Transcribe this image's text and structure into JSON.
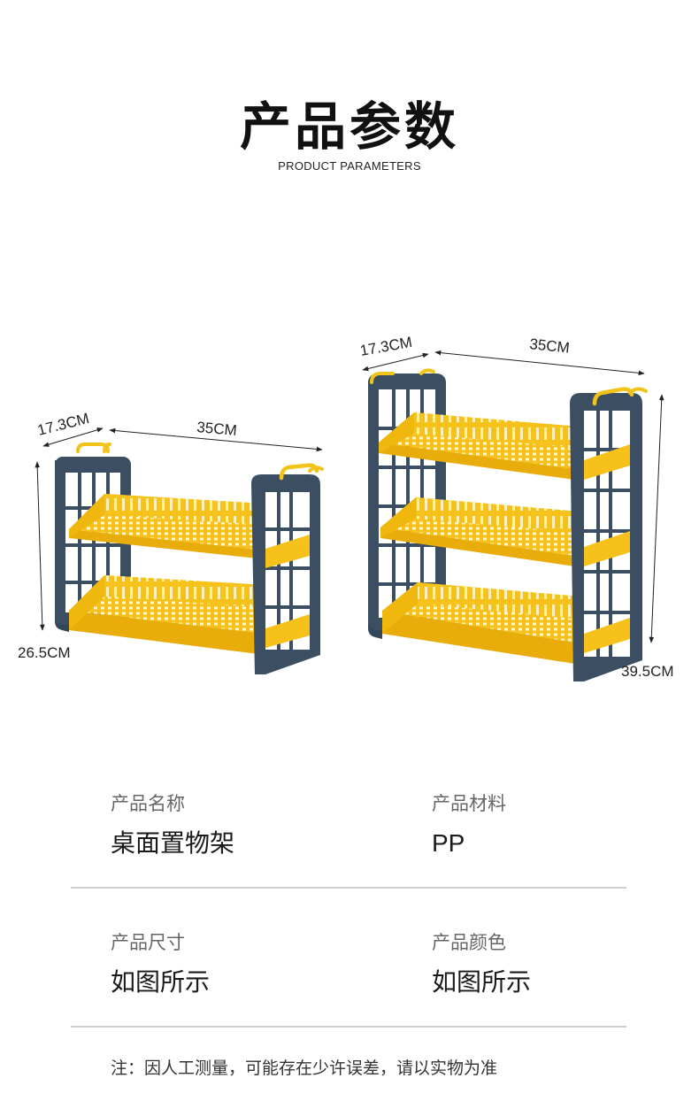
{
  "header": {
    "title": "产品参数",
    "subtitle": "PRODUCT PARAMETERS"
  },
  "figure": {
    "small_shelf": {
      "depth": "17.3CM",
      "width": "35CM",
      "height": "26.5CM"
    },
    "large_shelf": {
      "depth": "17.3CM",
      "width": "35CM",
      "height": "39.5CM"
    },
    "colors": {
      "frame": "#3c4f62",
      "basket": "#f5c11a",
      "hook": "#f2c318"
    }
  },
  "params": {
    "rows": [
      {
        "left": {
          "label": "产品名称",
          "value": "桌面置物架"
        },
        "right": {
          "label": "产品材料",
          "value": "PP"
        }
      },
      {
        "left": {
          "label": "产品尺寸",
          "value": "如图所示"
        },
        "right": {
          "label": "产品颜色",
          "value": "如图所示"
        }
      }
    ]
  },
  "note": "注：因人工测量，可能存在少许误差，请以实物为准"
}
